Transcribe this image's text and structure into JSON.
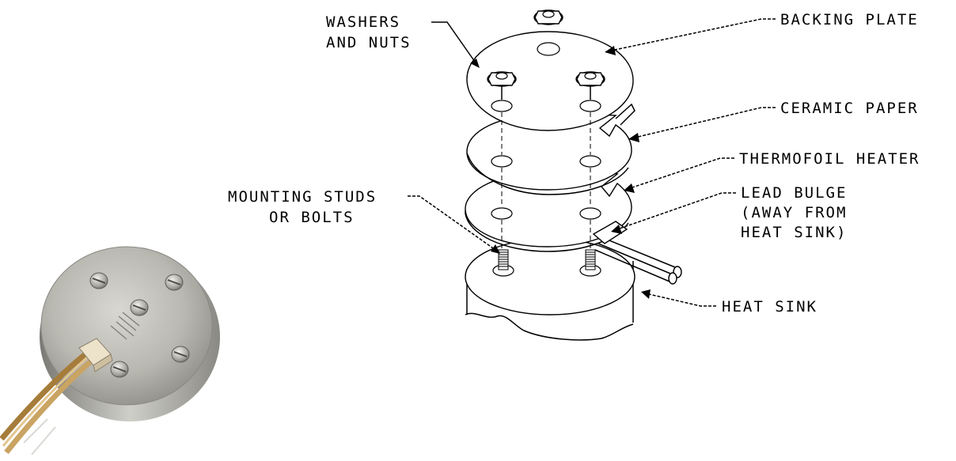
{
  "labels": {
    "washers_line1": "WASHERS",
    "washers_line2": "AND NUTS",
    "backing_plate": "BACKING PLATE",
    "ceramic_paper": "CERAMIC PAPER",
    "thermofoil_heater": "THERMOFOIL HEATER",
    "lead_bulge_line1": "LEAD BULGE",
    "lead_bulge_line2": "(AWAY FROM",
    "lead_bulge_line3": "HEAT SINK)",
    "mounting_line1": "MOUNTING STUDS",
    "mounting_line2": "OR BOLTS",
    "heat_sink": "HEAT SINK"
  },
  "colors": {
    "ink": "#000000",
    "metal_light": "#c9c8c2",
    "metal_mid": "#a9a8a1",
    "metal_dark": "#6f6e69",
    "wire": "#c8a35e",
    "connector": "#e8dcc2"
  },
  "photo": {
    "description_icon": "heater-assembly-photo"
  }
}
